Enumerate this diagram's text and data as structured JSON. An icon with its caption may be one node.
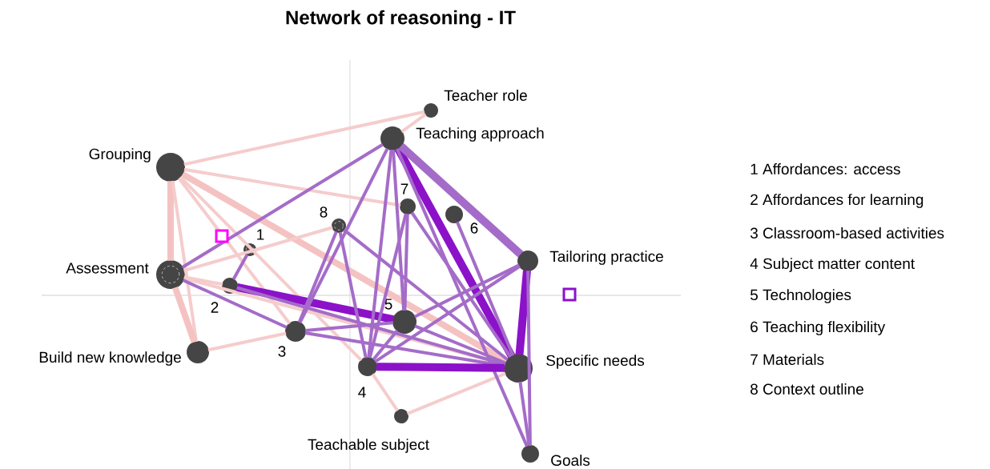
{
  "diagram": {
    "title": "Network of reasoning - IT",
    "nodes": [
      {
        "text": [
          "Teacher role"
        ]
      },
      {
        "text": [
          "Teaching approach"
        ]
      },
      {
        "text": [
          "Grouping"
        ]
      },
      {
        "text": [
          "7"
        ]
      },
      {
        "text": [
          "6"
        ]
      },
      {
        "text": [
          "8"
        ]
      },
      {
        "text": [
          "1"
        ]
      },
      {
        "text": [
          "Tailoring practice"
        ]
      },
      {
        "text": [
          "Assessment"
        ]
      },
      {
        "text": [
          "2"
        ]
      },
      {
        "text": [
          "5"
        ]
      },
      {
        "text": [
          "3"
        ]
      },
      {
        "text": [
          "Build new knowledge"
        ]
      },
      {
        "text": [
          "4"
        ]
      },
      {
        "text": [
          "Specific needs"
        ]
      },
      {
        "text": [
          "Teachable subject"
        ]
      },
      {
        "text": [
          "Goals"
        ]
      }
    ],
    "edges": [
      {
        "from": 2,
        "to": 0,
        "arrow": "none",
        "color": "#f5cccc"
      },
      {
        "from": 2,
        "to": 3,
        "arrow": "none",
        "color": "#f5cccc"
      },
      {
        "from": 2,
        "to": 14,
        "arrow": "none",
        "color": "#f5c2c2",
        "style": "thick"
      },
      {
        "from": 2,
        "to": 8,
        "arrow": "none",
        "color": "#f5c2c2",
        "style": "thick"
      },
      {
        "from": 2,
        "to": 12,
        "arrow": "none",
        "color": "#f5cccc"
      },
      {
        "from": 2,
        "to": 11,
        "arrow": "none",
        "color": "#f5cccc"
      },
      {
        "from": 2,
        "to": 13,
        "arrow": "none",
        "color": "#f5cccc"
      },
      {
        "from": 1,
        "to": 0,
        "arrow": "none",
        "color": "#f5cccc"
      },
      {
        "from": 8,
        "to": 5,
        "arrow": "none",
        "color": "#f5cccc"
      },
      {
        "from": 8,
        "to": 9,
        "arrow": "none",
        "color": "#f5cccc"
      },
      {
        "from": 8,
        "to": 12,
        "arrow": "none",
        "color": "#f5c2c2",
        "style": "thick"
      },
      {
        "from": 8,
        "to": 14,
        "arrow": "none",
        "color": "#f5cccc"
      },
      {
        "from": 12,
        "to": 11,
        "arrow": "none",
        "color": "#f5cccc"
      },
      {
        "from": 13,
        "to": 15,
        "arrow": "none",
        "color": "#f5cccc"
      },
      {
        "from": 15,
        "to": 14,
        "arrow": "none",
        "color": "#f5cccc"
      },
      {
        "from": 8,
        "to": 1,
        "arrow": "none"
      },
      {
        "from": 8,
        "to": 11,
        "arrow": "none"
      },
      {
        "from": 6,
        "to": 9,
        "arrow": "none"
      },
      {
        "from": 9,
        "to": 10,
        "arrow": "none",
        "style": "thick",
        "color": "#8b12c9"
      },
      {
        "from": 9,
        "to": 14,
        "arrow": "none"
      },
      {
        "from": 5,
        "to": 11,
        "arrow": "none"
      },
      {
        "from": 5,
        "to": 13,
        "arrow": "none"
      },
      {
        "from": 5,
        "to": 14,
        "arrow": "none"
      },
      {
        "from": 1,
        "to": 11,
        "arrow": "none"
      },
      {
        "from": 1,
        "to": 13,
        "arrow": "none"
      },
      {
        "from": 1,
        "to": 10,
        "arrow": "none"
      },
      {
        "from": 1,
        "to": 14,
        "arrow": "none",
        "style": "thick",
        "color": "#8b12c9"
      },
      {
        "from": 1,
        "to": 16,
        "arrow": "none"
      },
      {
        "from": 1,
        "to": 7,
        "arrow": "none",
        "style": "thick"
      },
      {
        "from": 3,
        "to": 10,
        "arrow": "none"
      },
      {
        "from": 3,
        "to": 14,
        "arrow": "none"
      },
      {
        "from": 3,
        "to": 13,
        "arrow": "none"
      },
      {
        "from": 4,
        "to": 14,
        "arrow": "none"
      },
      {
        "from": 7,
        "to": 14,
        "arrow": "none",
        "style": "thick",
        "color": "#8b12c9"
      },
      {
        "from": 7,
        "to": 16,
        "arrow": "none"
      },
      {
        "from": 7,
        "to": 10,
        "arrow": "none"
      },
      {
        "from": 7,
        "to": 13,
        "arrow": "none"
      },
      {
        "from": 11,
        "to": 14,
        "arrow": "none"
      },
      {
        "from": 11,
        "to": 10,
        "arrow": "none"
      },
      {
        "from": 13,
        "to": 14,
        "arrow": "none",
        "style": "thick",
        "color": "#8b12c9"
      },
      {
        "from": 13,
        "to": 10,
        "arrow": "none"
      },
      {
        "from": 10,
        "to": 14,
        "arrow": "none"
      },
      {
        "from": 14,
        "to": 16,
        "arrow": "none"
      }
    ],
    "labels": [
      "1 Affordances: access",
      "2 Affordances for learning",
      "3 Classroom-based activities",
      "4 Subject matter content",
      "5 Technologies",
      "6 Teaching flexibility",
      "7 Materials",
      "8 Context outline"
    ]
  }
}
